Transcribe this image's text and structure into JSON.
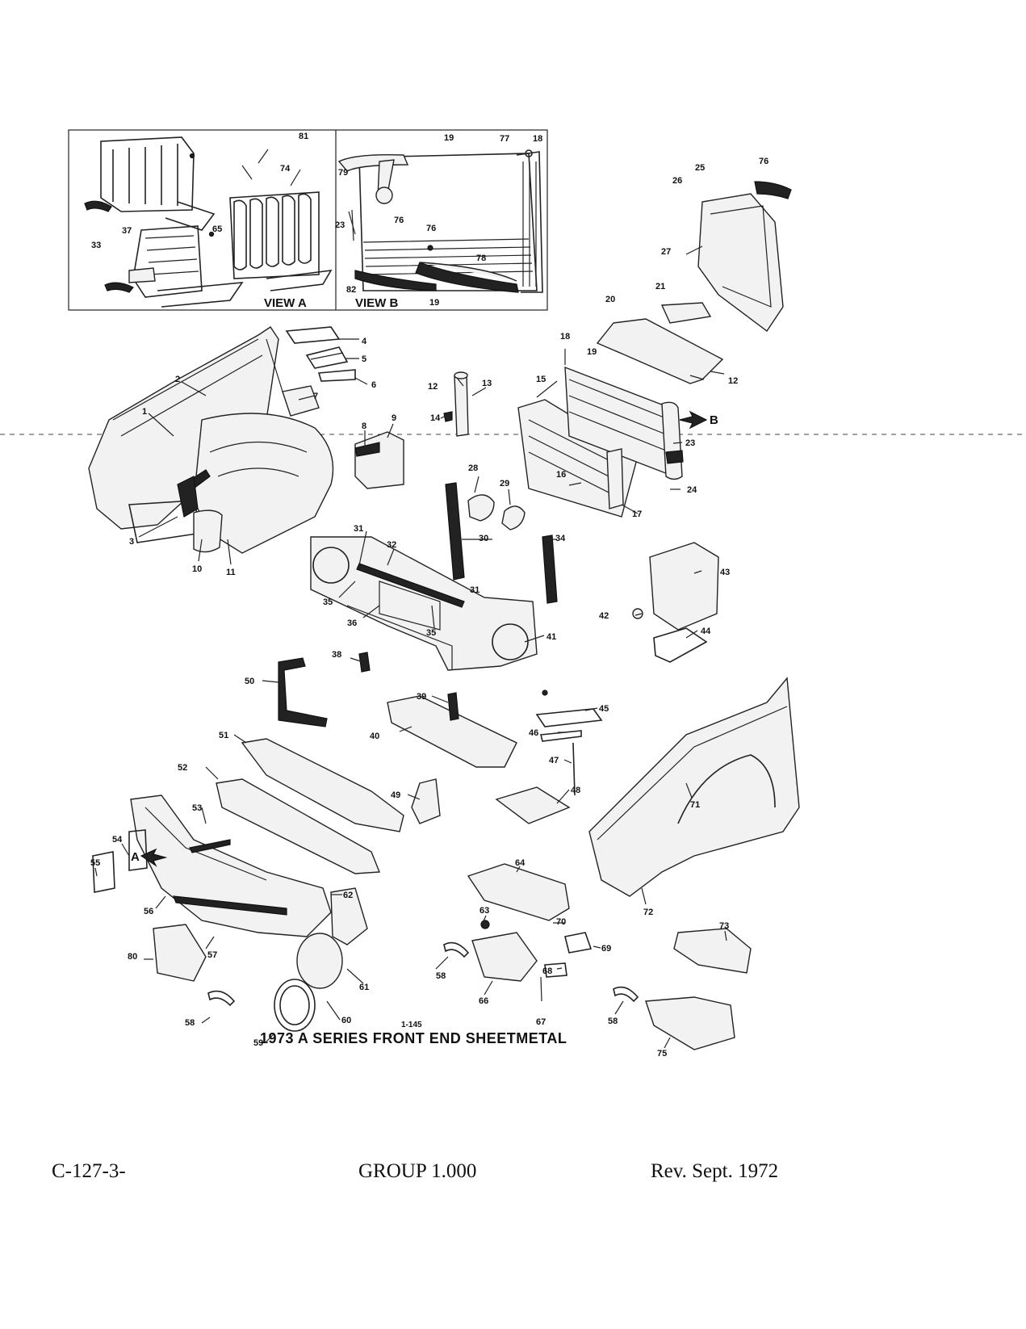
{
  "figure": {
    "number": "1-145",
    "title": "1973 A SERIES FRONT END SHEETMETAL"
  },
  "views": {
    "view_a_label": "VIEW A",
    "view_b_label": "VIEW B",
    "arrow_a": "A",
    "arrow_b": "B"
  },
  "callouts": [
    "1",
    "2",
    "3",
    "4",
    "5",
    "6",
    "7",
    "8",
    "9",
    "10",
    "11",
    "12",
    "12",
    "13",
    "14",
    "15",
    "16",
    "17",
    "18",
    "18",
    "19",
    "19",
    "19",
    "20",
    "21",
    "23",
    "23",
    "24",
    "25",
    "26",
    "27",
    "28",
    "29",
    "30",
    "31",
    "31",
    "32",
    "33",
    "34",
    "35",
    "35",
    "36",
    "37",
    "38",
    "39",
    "40",
    "41",
    "42",
    "43",
    "44",
    "45",
    "46",
    "47",
    "48",
    "49",
    "50",
    "51",
    "52",
    "53",
    "54",
    "55",
    "56",
    "57",
    "58",
    "58",
    "58",
    "59",
    "60",
    "61",
    "62",
    "63",
    "64",
    "65",
    "66",
    "67",
    "68",
    "69",
    "70",
    "71",
    "72",
    "73",
    "74",
    "75",
    "76",
    "76",
    "76",
    "77",
    "78",
    "79",
    "80",
    "81",
    "82"
  ],
  "footer": {
    "left": "C-127-3-",
    "center": "GROUP 1.000",
    "right": "Rev. Sept. 1972"
  }
}
